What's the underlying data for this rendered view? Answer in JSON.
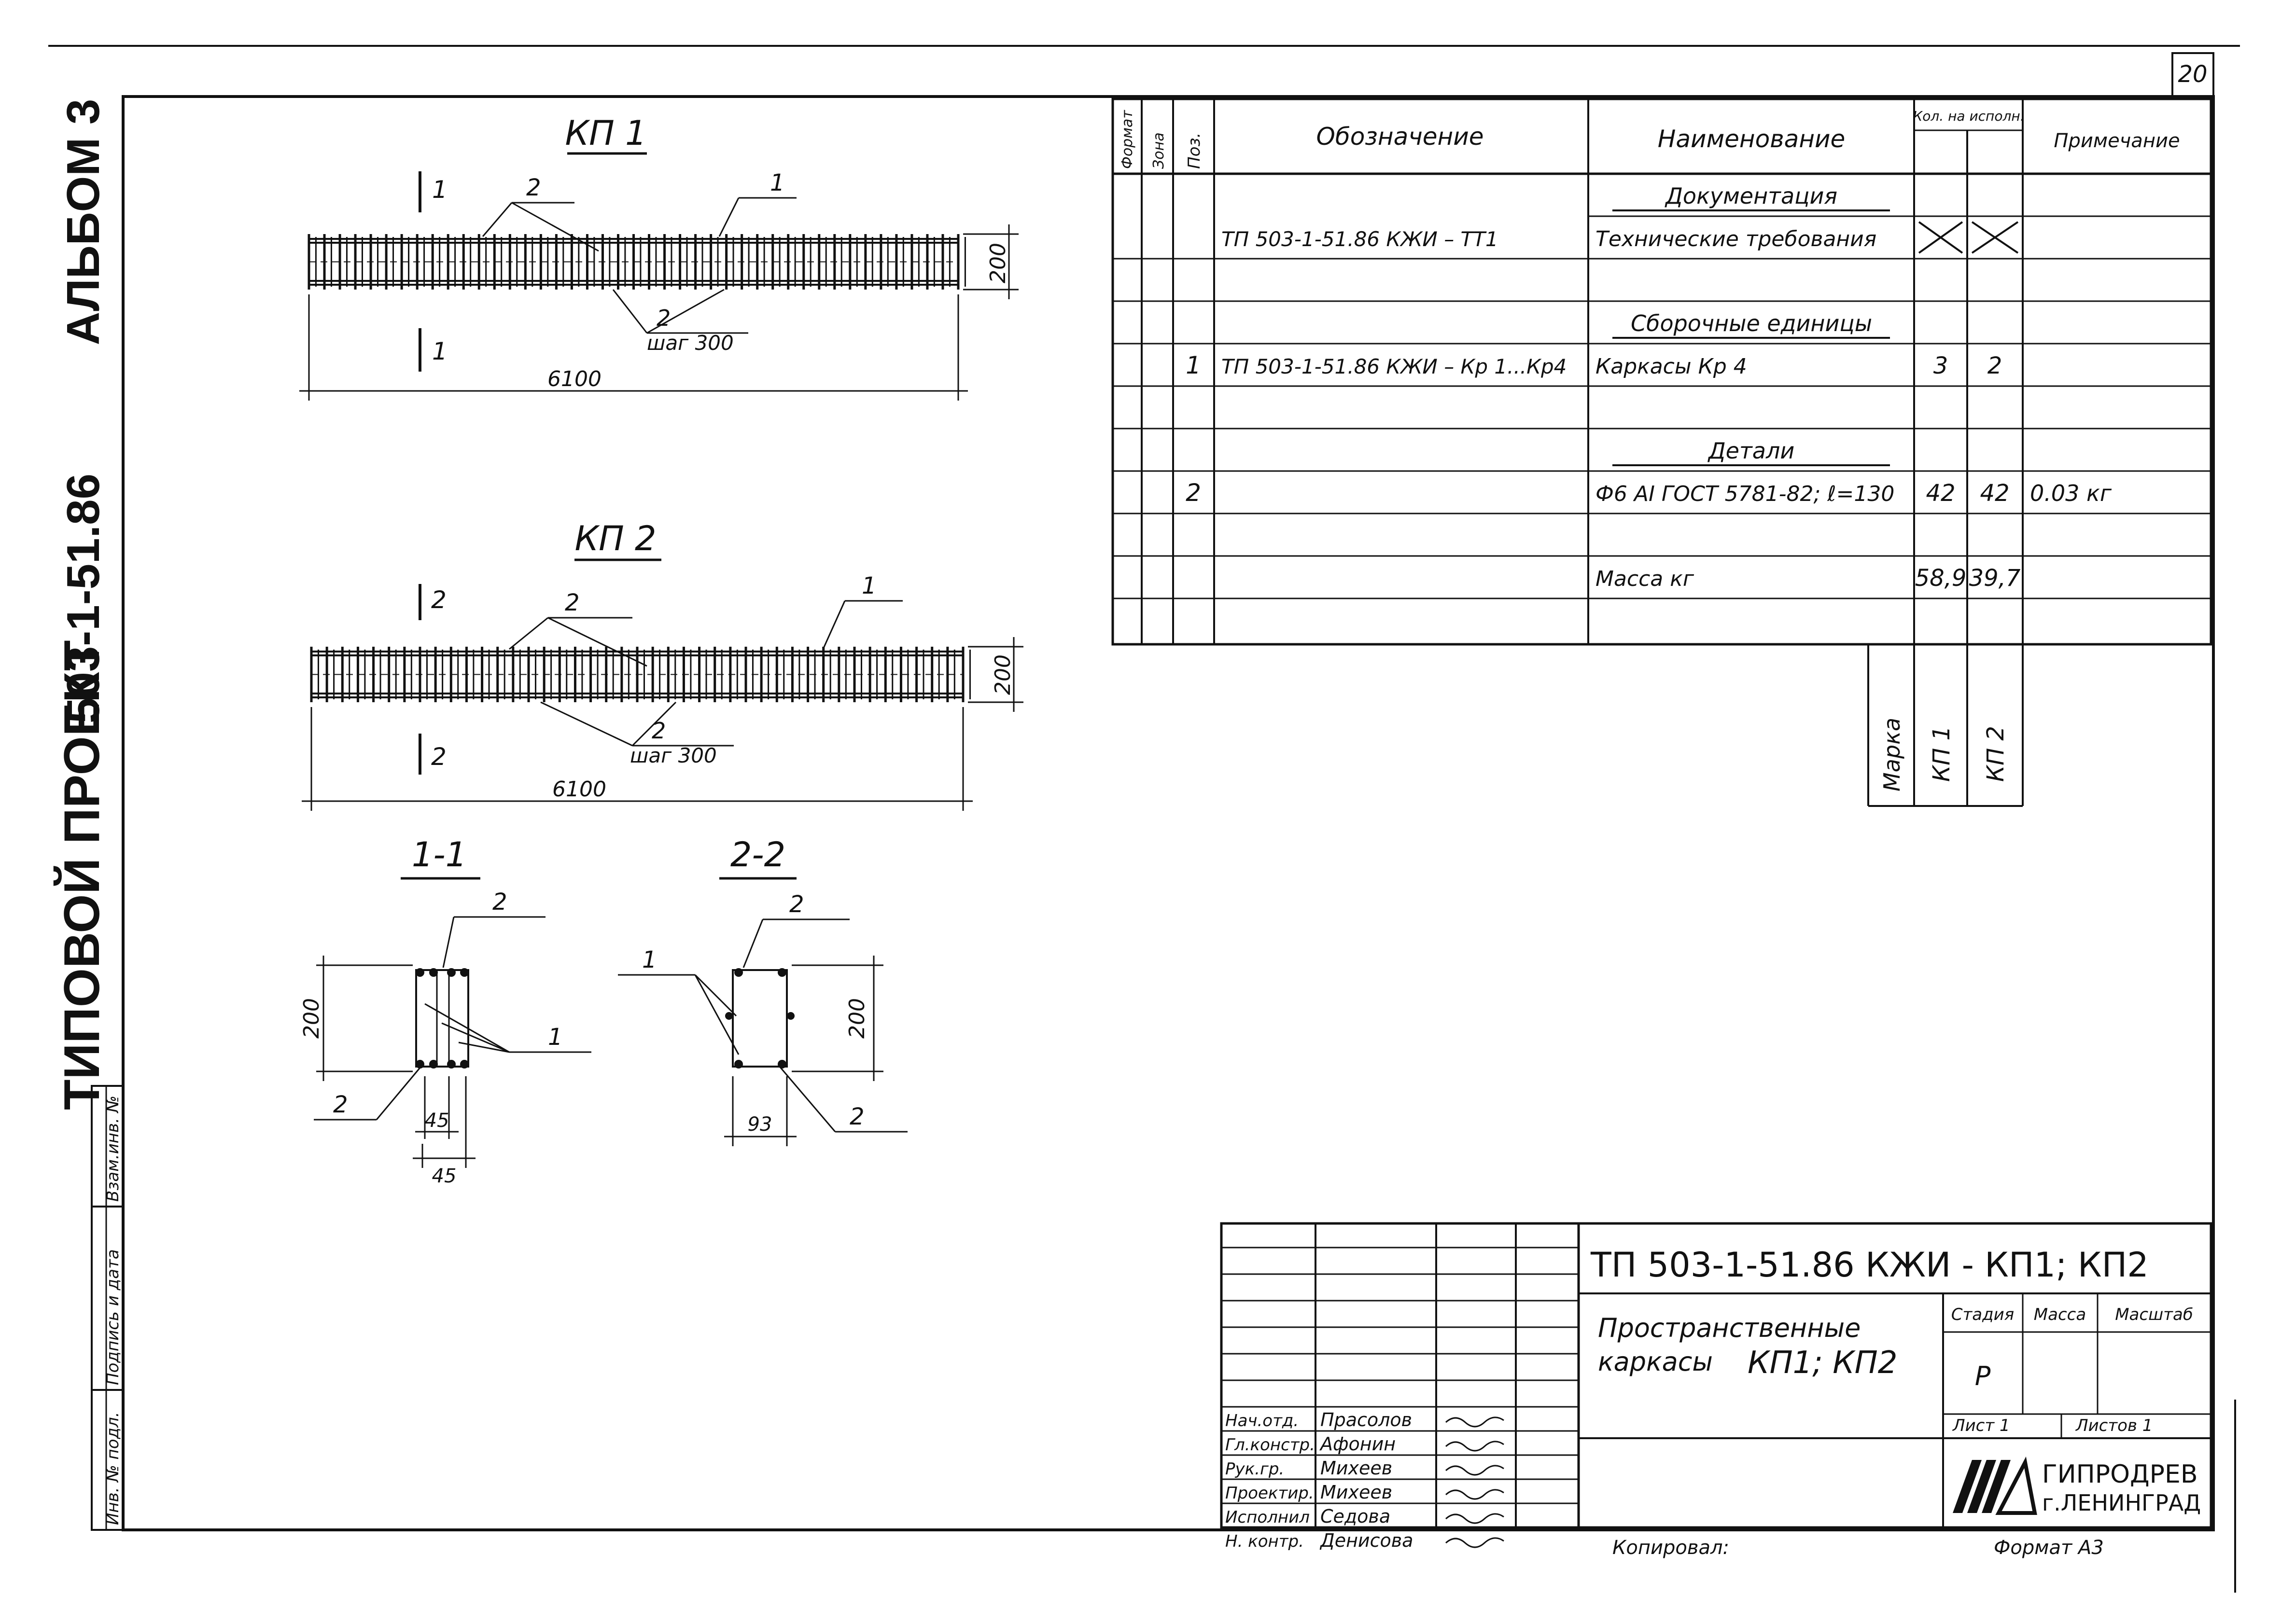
{
  "sheet_number": "20",
  "side_title": {
    "project": "ТИПОВОЙ ПРОЕКТ",
    "code": "503-1-51.86",
    "album": "АЛЬБОМ 3"
  },
  "side_stamp": {
    "inv_no": "Инв. № подл.",
    "signature_date": "Подпись и дата",
    "replaced_inv": "Взам.инв. №"
  },
  "views": {
    "kp1": {
      "title": "КП 1",
      "length": "6100",
      "height": "200",
      "pitch": "шаг 300",
      "callout_pos1": "1",
      "callout_pos2_top": "2",
      "callout_pos2_bottom": "2",
      "section_mark": "1"
    },
    "kp2": {
      "title": "КП 2",
      "length": "6100",
      "height": "200",
      "pitch": "шаг 300",
      "callout_pos1": "1",
      "callout_pos2_top": "2",
      "callout_pos2_bottom": "2",
      "section_mark": "2"
    },
    "sec1": {
      "title": "1-1",
      "height": "200",
      "dim_a": "45",
      "dim_b": "45",
      "callout_top": "2",
      "callout_right": "1",
      "callout_left": "2"
    },
    "sec2": {
      "title": "2-2",
      "height": "200",
      "dim_a": "93",
      "callout_top": "2",
      "callout_left": "1",
      "callout_right": "2"
    }
  },
  "spec_table": {
    "headers": {
      "format": "Формат",
      "zone": "Зона",
      "pos": "Поз.",
      "designation": "Обозначение",
      "name": "Наименование",
      "qty": "Кол. на исполн.",
      "note": "Примечание"
    },
    "rows": [
      {
        "pos": "",
        "designation": "",
        "name": "Документация",
        "q1": "",
        "q2": "",
        "note": "",
        "kind": "section"
      },
      {
        "pos": "",
        "designation": "ТП 503-1-51.86    КЖИ – ТТ1",
        "name": "Технические требования",
        "q1": "",
        "q2": "",
        "note": "",
        "kind": "crossed"
      },
      {
        "pos": "",
        "designation": "",
        "name": "",
        "q1": "",
        "q2": "",
        "note": "",
        "kind": "blank"
      },
      {
        "pos": "",
        "designation": "",
        "name": "Сборочные единицы",
        "q1": "",
        "q2": "",
        "note": "",
        "kind": "section"
      },
      {
        "pos": "1",
        "designation": "ТП 503-1-51.86  КЖИ – Кр 1...Кр4",
        "name": "Каркасы          Кр 4",
        "q1": "3",
        "q2": "2",
        "note": "",
        "kind": "item"
      },
      {
        "pos": "",
        "designation": "",
        "name": "",
        "q1": "",
        "q2": "",
        "note": "",
        "kind": "blank"
      },
      {
        "pos": "",
        "designation": "",
        "name": "Детали",
        "q1": "",
        "q2": "",
        "note": "",
        "kind": "section"
      },
      {
        "pos": "2",
        "designation": "",
        "name": "Ф6 АI ГОСТ 5781-82; ℓ=130",
        "q1": "42",
        "q2": "42",
        "note": "0.03 кг",
        "kind": "item"
      },
      {
        "pos": "",
        "designation": "",
        "name": "",
        "q1": "",
        "q2": "",
        "note": "",
        "kind": "blank"
      },
      {
        "pos": "",
        "designation": "",
        "name": "Масса      кг",
        "q1": "58,9",
        "q2": "39,7",
        "note": "",
        "kind": "item"
      }
    ],
    "mark_label": "Марка",
    "mark_1": "КП 1",
    "mark_2": "КП 2"
  },
  "title_block": {
    "doc_code": "ТП 503-1-51.86  КЖИ - КП1; КП2",
    "title_line1": "Пространственные",
    "title_line2": "каркасы",
    "title_marks": "КП1; КП2",
    "stage_label": "Стадия",
    "mass_label": "Масса",
    "scale_label": "Масштаб",
    "stage": "Р",
    "sheet_label": "Лист 1",
    "sheets_label": "Листов 1",
    "org_line1": "ГИПРОДРЕВ",
    "org_line2": "г.ЛЕНИНГРАД",
    "copied": "Копировал:",
    "format": "Формат  А3",
    "staff": [
      {
        "role": "Нач.отд.",
        "name": "Прасолов"
      },
      {
        "role": "Гл.констр.",
        "name": "Афонин"
      },
      {
        "role": "Рук.гр.",
        "name": "Михеев"
      },
      {
        "role": "Проектир.",
        "name": "Михеев"
      },
      {
        "role": "Исполнил",
        "name": "Седова"
      },
      {
        "role": "Н. контр.",
        "name": "Денисова"
      }
    ]
  }
}
